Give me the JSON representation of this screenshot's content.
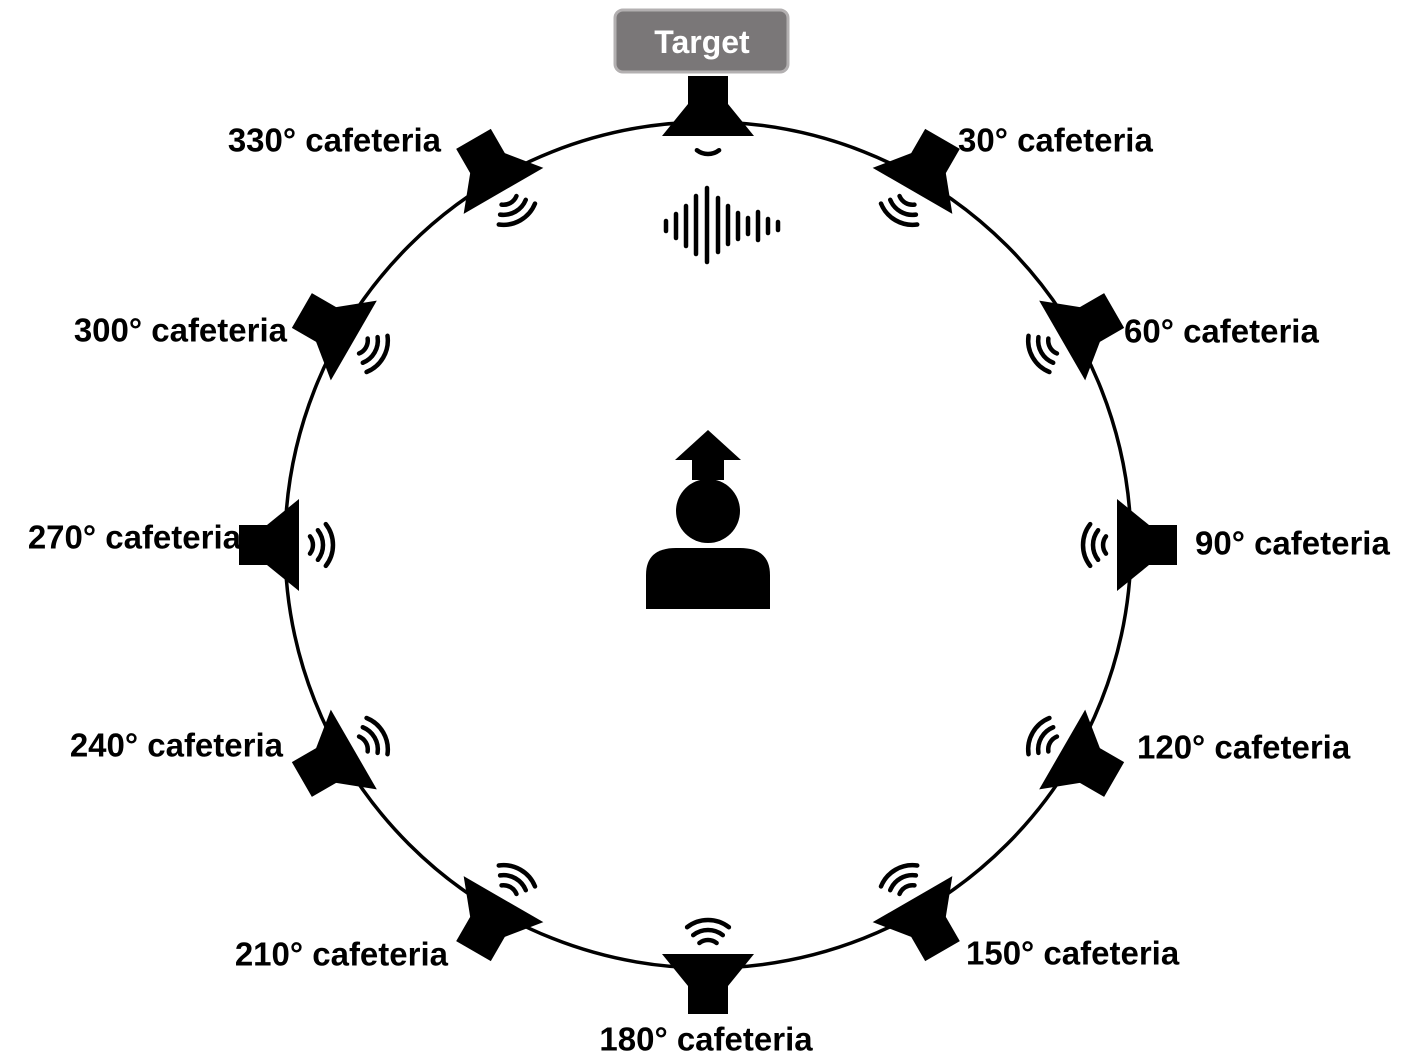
{
  "target": {
    "label": "Target",
    "badge_color": "#7a7778",
    "badge_border": "#b3b0b1",
    "icon": "sound-wave-icon"
  },
  "listener": {
    "icon": "person-facing-forward-icon",
    "facing": "0°"
  },
  "colors": {
    "ink": "#000000",
    "background": "#ffffff"
  },
  "speakers": [
    {
      "angle": 0,
      "label": "",
      "role": "target"
    },
    {
      "angle": 30,
      "label": "30° cafeteria",
      "role": "masker"
    },
    {
      "angle": 60,
      "label": "60° cafeteria",
      "role": "masker"
    },
    {
      "angle": 90,
      "label": "90° cafeteria",
      "role": "masker"
    },
    {
      "angle": 120,
      "label": "120° cafeteria",
      "role": "masker"
    },
    {
      "angle": 150,
      "label": "150° cafeteria",
      "role": "masker"
    },
    {
      "angle": 180,
      "label": "180° cafeteria",
      "role": "masker"
    },
    {
      "angle": 210,
      "label": "210° cafeteria",
      "role": "masker"
    },
    {
      "angle": 240,
      "label": "240° cafeteria",
      "role": "masker"
    },
    {
      "angle": 270,
      "label": "270° cafeteria",
      "role": "masker"
    },
    {
      "angle": 300,
      "label": "300° cafeteria",
      "role": "masker"
    },
    {
      "angle": 330,
      "label": "330° cafeteria",
      "role": "masker"
    }
  ]
}
